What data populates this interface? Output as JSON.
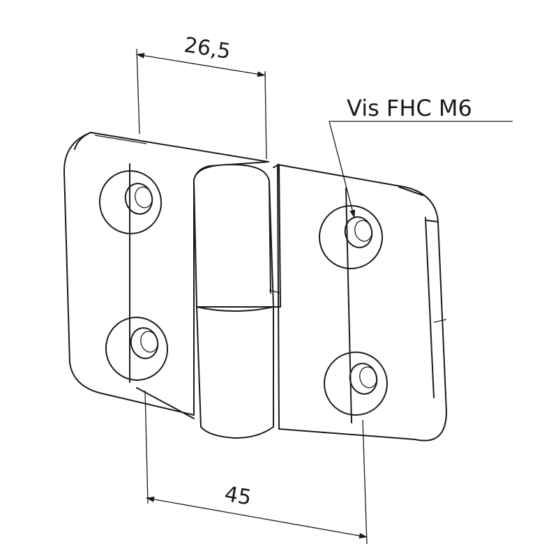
{
  "dimensions": {
    "top_width": "26,5",
    "bottom_spacing": "45"
  },
  "callout": {
    "screw_label": "Vis FHC M6"
  }
}
